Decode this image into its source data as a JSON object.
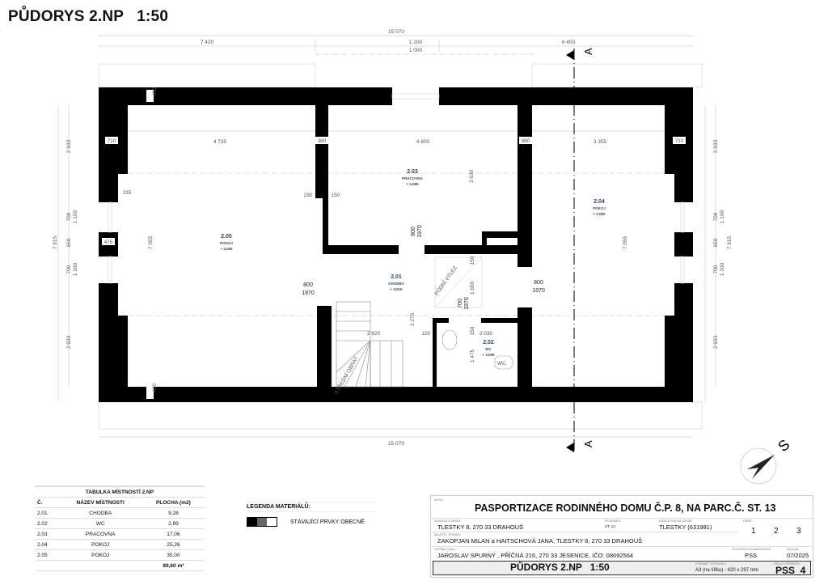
{
  "title": "PŮDORYS 2.NP   1:50",
  "section_marker": "A",
  "dims": {
    "overall_top": "15 070",
    "overall_bottom": "15 070",
    "top_left": "7 420",
    "top_mid": "1 200",
    "top_mid_sub": "1 000",
    "top_right": "6 450",
    "wall_top_left": "430",
    "wall_bottom_left": "430",
    "wall_left": "710",
    "room_205_w": "4 735",
    "wall_int1": "380",
    "room_203_w": "4 800",
    "wall_int2": "380",
    "room_204_w": "3 355",
    "wall_right": "710",
    "reveal_left": "235",
    "d230": "230",
    "d150a": "150",
    "room_203_h": "3 630",
    "room_205_h": "7 055",
    "room_204_h": "7 055",
    "pier_left": "475",
    "door_205": "800",
    "door_205_h": "1970",
    "door_203": "800",
    "door_203_h": "1970",
    "door_204": "800",
    "door_204_h": "1970",
    "chodba_h": "3 275",
    "chodba_w": "2 620",
    "d150b": "150",
    "d150c": "150",
    "d1650": "1 650",
    "door_wc": "700",
    "door_wc_h": "1970",
    "d150d": "150",
    "wc_w": "2 030",
    "wc_h": "1 475",
    "side_top": "2 933",
    "side_win1": "700",
    "side_win1b": "1 100",
    "side_pier": "650",
    "side_win2": "700",
    "side_win2b": "1 100",
    "side_bottom": "2 933",
    "side_total": "7 915"
  },
  "rooms": [
    {
      "number": "2.01",
      "name": "CHODBA",
      "level": "+ 3,015"
    },
    {
      "number": "2.02",
      "name": "WC",
      "level": "+ 3,085"
    },
    {
      "number": "2.03",
      "name": "PRACOVNA",
      "level": "+ 3,085"
    },
    {
      "number": "2.04",
      "name": "POKOJ",
      "level": "+ 3,085"
    },
    {
      "number": "2.05",
      "name": "POKOJ",
      "level": "+ 3,085"
    }
  ],
  "annotations": {
    "attic_hatch": "PŮDNÍ VÝLEZ",
    "stairs": "STŘEDNÍ OBRAT",
    "wc_fixture": "WC"
  },
  "table": {
    "title": "TABULKA MÍSTNOSTÍ 2.NP",
    "headers": [
      "Č.",
      "NÁZEV MÍSTNOSTI",
      "PLOCHA (m2)"
    ],
    "rows": [
      [
        "2.01",
        "CHODBA",
        "9,28"
      ],
      [
        "2.02",
        "WC",
        "2,99"
      ],
      [
        "2.03",
        "PRACOVNA",
        "17,06"
      ],
      [
        "2.04",
        "POKOJ",
        "25,26"
      ],
      [
        "2.05",
        "POKOJ",
        "35,00"
      ]
    ],
    "total": "89,60 m²"
  },
  "legend": {
    "title": "LEGENDA MATERIÁLŮ:",
    "items": [
      {
        "label": "STÁVAJÍCÍ PRVKY OBECNĚ",
        "colors": [
          "#000000",
          "#666666",
          "#ffffff"
        ]
      }
    ]
  },
  "title_block": {
    "akce_caption": "AKCE:",
    "akce": "PASPORTIZACE RODINNÉHO DOMU Č.P. 8, NA PARC.Č. ST. 13",
    "adresa_caption": "ADRESA STAVBY:",
    "adresa": "TLESTKY 8, 270 33 DRAHOUŠ",
    "pozemek_caption": "POZEMEK:",
    "pozemek": "ST. 13",
    "ku_caption": "KATASTRÁLNÍ ÚZEMÍ:",
    "ku": "TLESTKY (631981)",
    "pare_caption": "PARÉ:",
    "pare": [
      "1",
      "2",
      "3"
    ],
    "majitel_caption": "MAJITEL STAVBY:",
    "majitel": "ZAKOPJAN MILAN a HAITSCHOVÁ JANA, TLESTKY 8, 270 33 DRAHOUŠ",
    "vypracoval_caption": "VYPRACOVAL:",
    "vypracoval": "JAROSLAV SPURNÝ , PŘÍČNÁ 216, 270 33 JESENICE, IČO: 08692564",
    "stupen_caption": "STUPEŇ DOKUMENTACE:",
    "stupen": "PSS",
    "datum_caption": "DATUM:",
    "datum": "07/2025",
    "drawing_title": "PŮDORYS 2.NP   1:50",
    "format_caption": "FORMÁT VÝKRESU:",
    "format": "A3 (na šířku) - 420 x 297 mm",
    "cislo_caption": "ČÍSLO VÝKRESU:",
    "cislo": "PSS_4"
  },
  "colors": {
    "walls": "#000000",
    "room_tag": "#2b4a66",
    "dimension": "#555555"
  }
}
